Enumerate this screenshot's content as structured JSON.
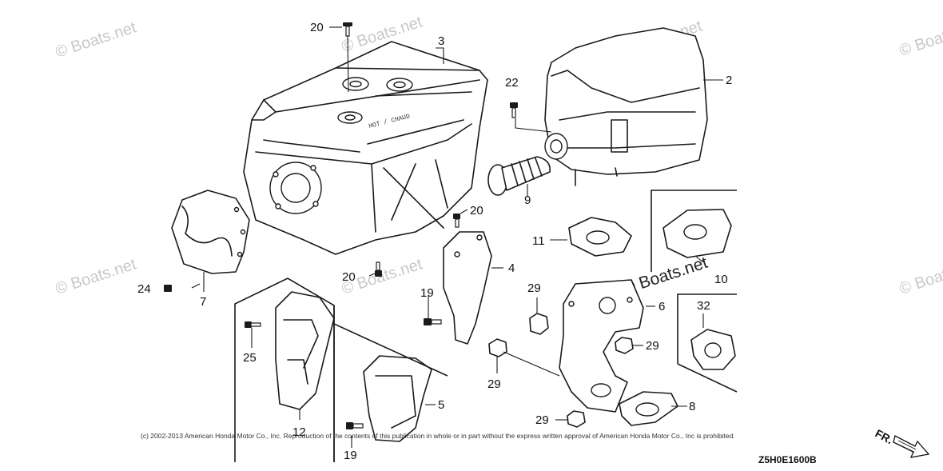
{
  "watermark": "© Boats.net",
  "copyright": "(c) 2002-2013 American Honda Motor Co., Inc. Reproduction of the contents of this publication in whole or in part without the express written approval of American Honda Motor Co., Inc is prohibited.",
  "diagram_code": "Z5H0E1600B",
  "direction_label": "FR.",
  "embossed_text": "HOT / CHAUD",
  "callouts": {
    "c2": "2",
    "c3": "3",
    "c4": "4",
    "c5": "5",
    "c6": "6",
    "c7": "7",
    "c8": "8",
    "c9": "9",
    "c10": "10",
    "c11": "11",
    "c12": "12",
    "c19a": "19",
    "c19b": "19",
    "c20a": "20",
    "c20b": "20",
    "c20c": "20",
    "c22": "22",
    "c24": "24",
    "c25": "25",
    "c29a": "29",
    "c29b": "29",
    "c29c": "29",
    "c29d": "29",
    "c32": "32"
  }
}
